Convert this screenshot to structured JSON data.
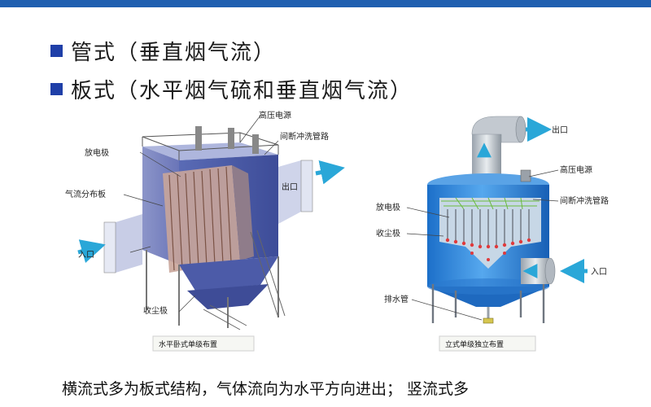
{
  "slide": {
    "bullets": [
      "管式（垂直烟气流）",
      "板式（水平烟气硫和垂直烟气流）"
    ],
    "bottom_text": "横流式多为板式结构，气体流向为水平方向进出；  竖流式多"
  },
  "figure_left": {
    "labels": {
      "power": "高压电源",
      "wash": "间断冲洗管路",
      "discharge": "放电极",
      "distributor": "气流分布板",
      "outlet": "出口",
      "inlet": "入口",
      "collector": "收尘极"
    },
    "caption": "水平卧式单级布置"
  },
  "figure_right": {
    "labels": {
      "outlet": "出口",
      "power": "高压电源",
      "wash": "间断冲洗管路",
      "discharge": "放电极",
      "collector": "收尘极",
      "inlet": "入口",
      "drain": "排水管"
    },
    "caption": "立式单级独立布置"
  },
  "colors": {
    "accent": "#1f5fb0",
    "bullet": "#1f3fa8",
    "arrow": "#2aa7d8"
  }
}
